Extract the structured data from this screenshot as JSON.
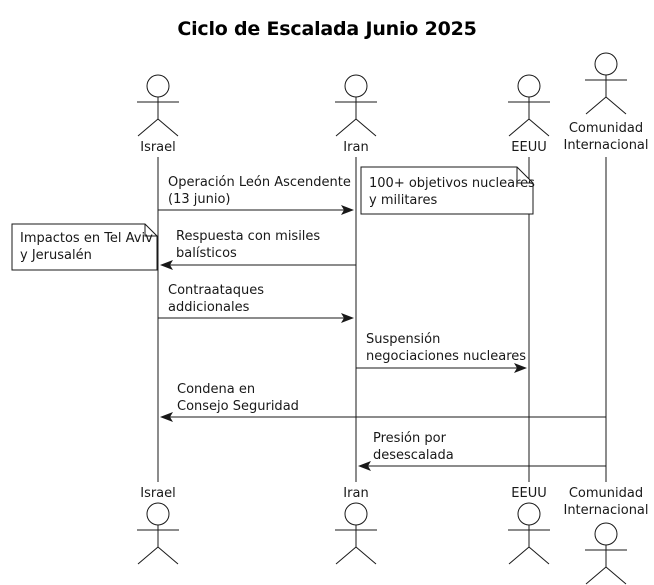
{
  "title": "Ciclo de Escalada Junio 2025",
  "diagram_type": "uml-sequence-diagram",
  "colors": {
    "line": "#181818",
    "background": "#ffffff",
    "note_fill": "#ffffff",
    "text": "#181818"
  },
  "actors": [
    {
      "id": "israel",
      "name": "Israel"
    },
    {
      "id": "iran",
      "name": "Iran"
    },
    {
      "id": "eeuu",
      "name": "EEUU"
    },
    {
      "id": "comunidad",
      "name": "Comunidad\nInternacional"
    }
  ],
  "messages": [
    {
      "from": "Israel",
      "to": "Iran",
      "text": "Operación León Ascendente\n(13 junio)"
    },
    {
      "from": "Iran",
      "to": "Israel",
      "text": "Respuesta con misiles\nbalísticos"
    },
    {
      "from": "Israel",
      "to": "Iran",
      "text": "Contraataques\naddicionales"
    },
    {
      "from": "Iran",
      "to": "EEUU",
      "text": "Suspensión\nnegociaciones nucleares"
    },
    {
      "from": "Comunidad Internacional",
      "to": "Israel",
      "text": "Condena en\nConsejo Seguridad"
    },
    {
      "from": "Comunidad Internacional",
      "to": "Iran",
      "text": "Presión por\ndesescalada"
    }
  ],
  "notes": [
    {
      "attached_to": "Iran",
      "text": "100+ objetivos nucleares\ny militares"
    },
    {
      "attached_to": "Israel",
      "text": "Impactos en Tel Aviv\ny Jerusalén"
    }
  ]
}
